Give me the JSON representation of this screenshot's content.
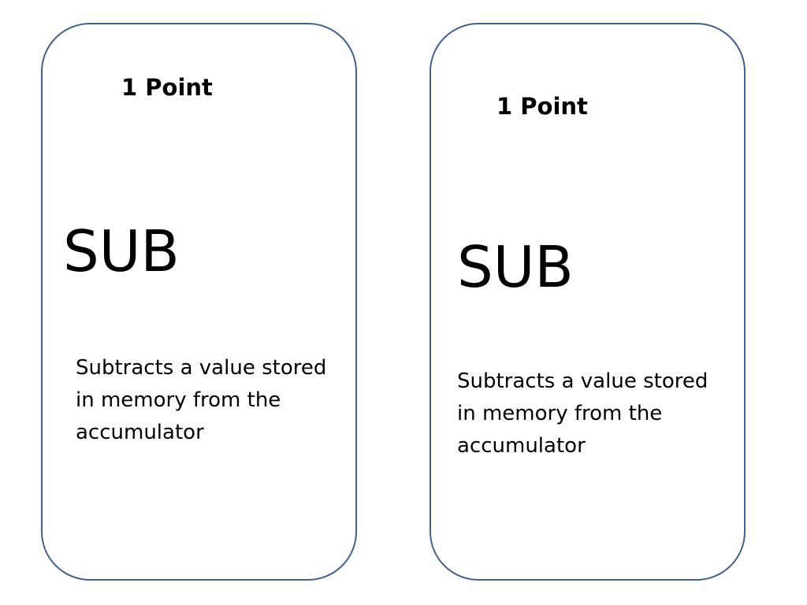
{
  "cards": [
    {
      "points": "1 Point",
      "mnemonic": "SUB",
      "description": "Subtracts a value stored in memory from the accumulator"
    },
    {
      "points": "1 Point",
      "mnemonic": "SUB",
      "description": "Subtracts a value stored in memory from the accumulator"
    }
  ],
  "colors": {
    "card_border": "#44618a",
    "text": "#000000",
    "background": "#ffffff"
  }
}
